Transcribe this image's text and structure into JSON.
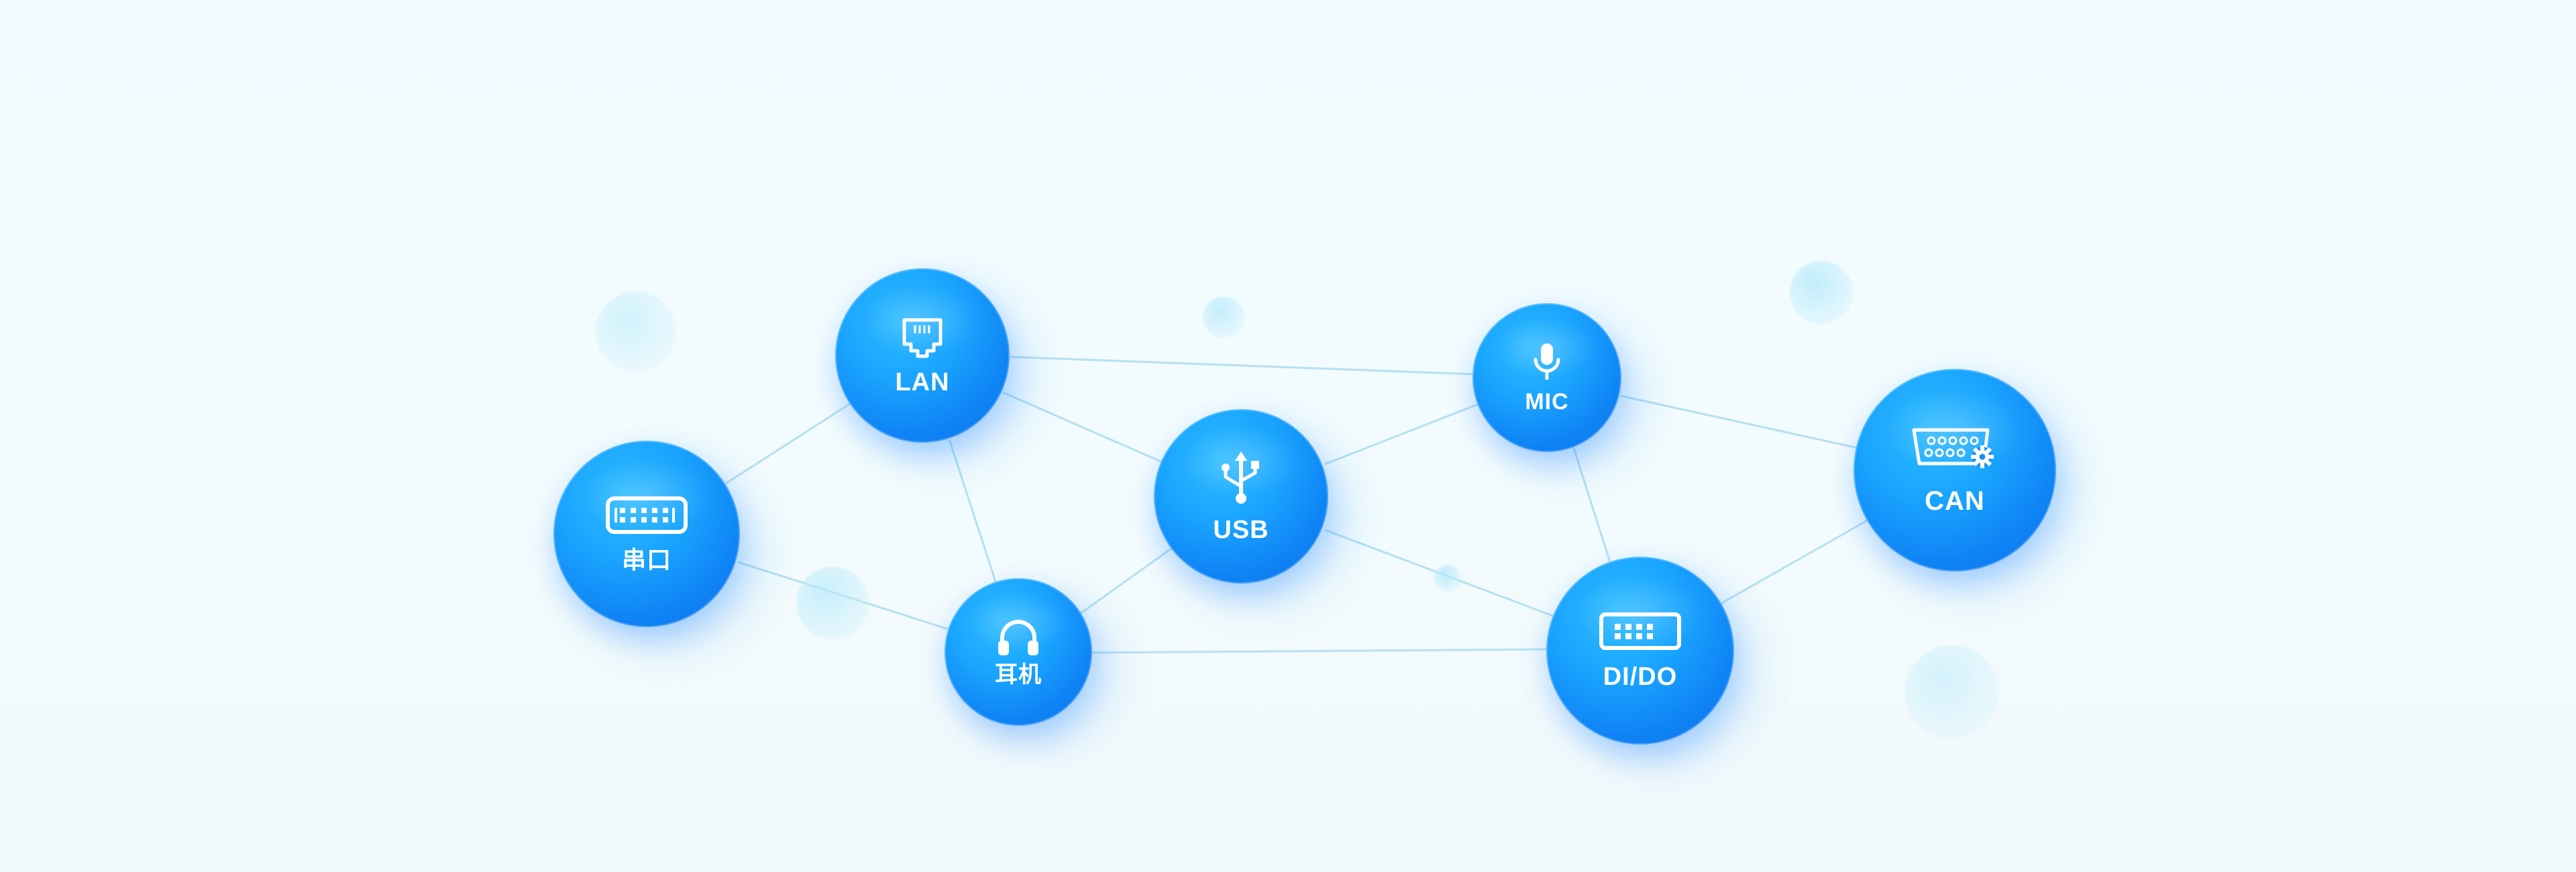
{
  "colors": {
    "background": "#f2fbff",
    "node_primary": "#0f84f5",
    "node_highlight": "#2fbbff",
    "link": "#aeddf0",
    "label": "#ffffff"
  },
  "nodes": [
    {
      "id": "lan",
      "label": "LAN",
      "icon": "ethernet-port-icon"
    },
    {
      "id": "serial",
      "label": "串口",
      "icon": "serial-port-icon"
    },
    {
      "id": "earphone",
      "label": "耳机",
      "icon": "headphones-icon"
    },
    {
      "id": "usb",
      "label": "USB",
      "icon": "usb-icon"
    },
    {
      "id": "mic",
      "label": "MIC",
      "icon": "microphone-icon"
    },
    {
      "id": "dido",
      "label": "DI/DO",
      "icon": "io-port-icon"
    },
    {
      "id": "can",
      "label": "CAN",
      "icon": "can-bus-connector-icon"
    }
  ],
  "links": [
    [
      "serial",
      "lan"
    ],
    [
      "serial",
      "earphone"
    ],
    [
      "lan",
      "usb"
    ],
    [
      "lan",
      "earphone"
    ],
    [
      "lan",
      "mic"
    ],
    [
      "earphone",
      "usb"
    ],
    [
      "earphone",
      "dido"
    ],
    [
      "usb",
      "mic"
    ],
    [
      "usb",
      "dido"
    ],
    [
      "mic",
      "can"
    ],
    [
      "mic",
      "dido"
    ],
    [
      "dido",
      "can"
    ]
  ]
}
